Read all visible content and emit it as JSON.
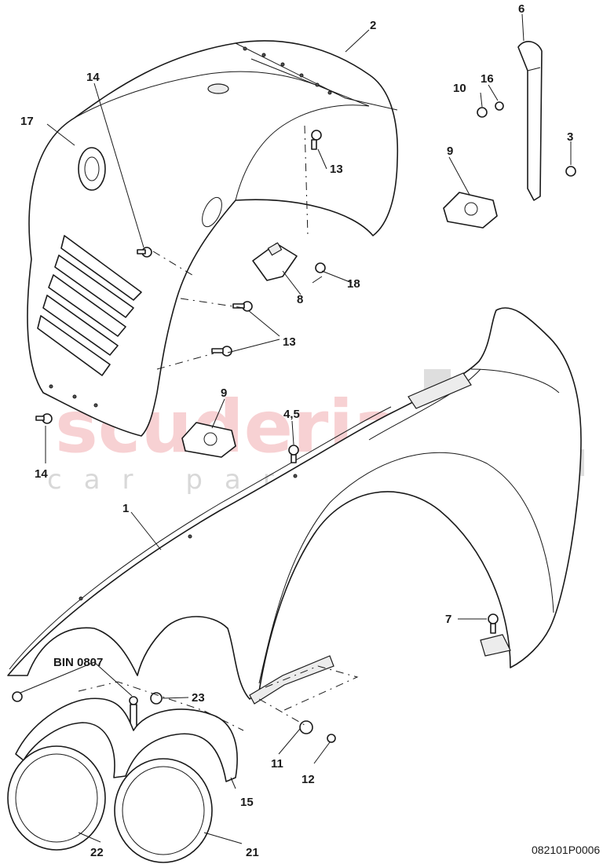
{
  "callouts": {
    "c1": "1",
    "c2": "2",
    "c3": "3",
    "c45": "4,5",
    "c6": "6",
    "c7": "7",
    "c8": "8",
    "c9a": "9",
    "c9b": "9",
    "c10": "10",
    "c11": "11",
    "c12": "12",
    "c13a": "13",
    "c13b": "13",
    "c14a": "14",
    "c14b": "14",
    "c15": "15",
    "c16": "16",
    "c17": "17",
    "c18": "18",
    "c21": "21",
    "c22": "22",
    "c23": "23"
  },
  "note": "BIN 0807",
  "diagram_code": "082101P0006",
  "watermark": {
    "brand": "scuderia",
    "tagline": "car parts"
  }
}
